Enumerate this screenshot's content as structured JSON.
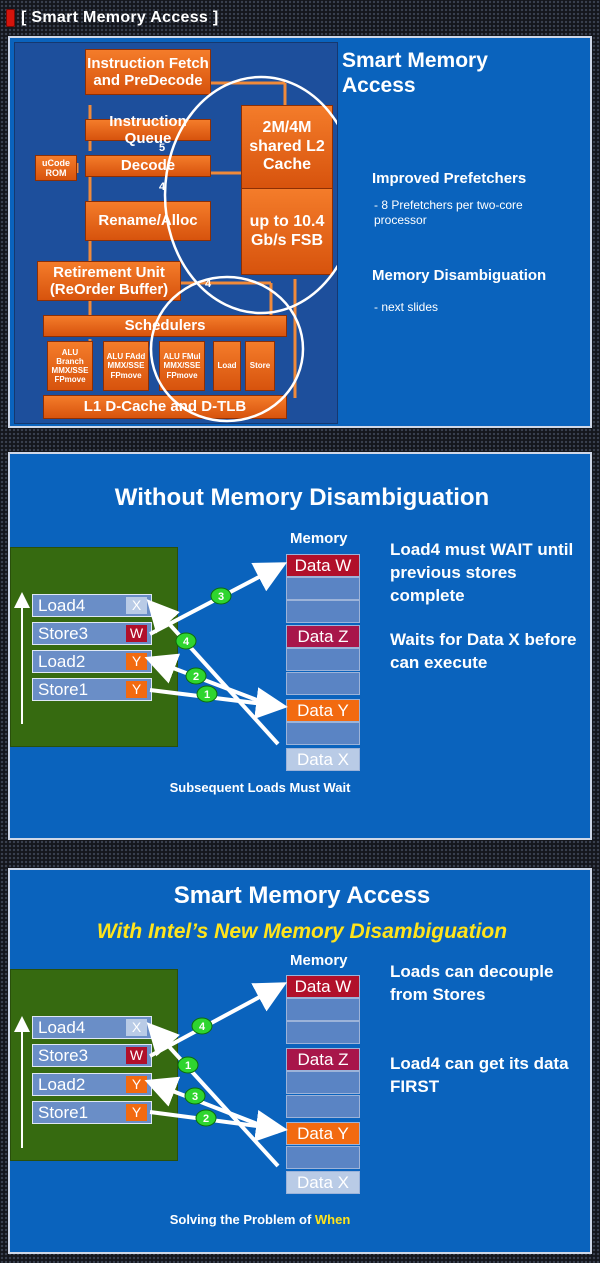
{
  "header": {
    "title": "[ Smart Memory Access ]"
  },
  "slide1": {
    "title": "Smart Memory Access",
    "blocks": {
      "fetch": "Instruction Fetch and PreDecode",
      "queue": "Instruction Queue",
      "ucode": "uCode ROM",
      "decode": "Decode",
      "rename": "Rename/Alloc",
      "retire": "Retirement Unit (ReOrder Buffer)",
      "l2": "2M/4M shared L2 Cache",
      "fsb": "up to 10.4 Gb/s FSB",
      "schedulers": "Schedulers",
      "alu1": "ALU Branch MMX/SSE FPmove",
      "alu2": "ALU FAdd MMX/SSE FPmove",
      "alu3": "ALU FMul MMX/SSE FPmove",
      "load": "Load",
      "store": "Store",
      "l1": "L1 D-Cache and D-TLB"
    },
    "counts": {
      "queue": "5",
      "decode": "4",
      "retire": "4"
    },
    "bullets": [
      {
        "heading": "Improved Prefetchers",
        "detail": "- 8 Prefetchers per two-core processor"
      },
      {
        "heading": "Memory Disambiguation",
        "detail": "- next slides"
      }
    ]
  },
  "slide2": {
    "title": "Without Memory Disambiguation",
    "memory_label": "Memory",
    "registers": [
      {
        "name": "Load4",
        "tag": "X"
      },
      {
        "name": "Store3",
        "tag": "W"
      },
      {
        "name": "Load2",
        "tag": "Y"
      },
      {
        "name": "Store1",
        "tag": "Y"
      }
    ],
    "memory_cells": [
      "Data W",
      "",
      "",
      "Data Z",
      "",
      "",
      "Data Y",
      "",
      "Data X"
    ],
    "order_badges": [
      "3",
      "4",
      "2",
      "1"
    ],
    "notes": [
      "Load4 must WAIT until previous stores complete",
      "Waits for Data X before can execute"
    ],
    "caption": "Subsequent Loads Must Wait"
  },
  "slide3": {
    "title": "Smart Memory Access",
    "subtitle": "With Intel’s New Memory Disambiguation",
    "memory_label": "Memory",
    "registers": [
      {
        "name": "Load4",
        "tag": "X"
      },
      {
        "name": "Store3",
        "tag": "W"
      },
      {
        "name": "Load2",
        "tag": "Y"
      },
      {
        "name": "Store1",
        "tag": "Y"
      }
    ],
    "memory_cells": [
      "Data W",
      "",
      "",
      "Data Z",
      "",
      "",
      "Data Y",
      "",
      "Data X"
    ],
    "order_badges": [
      "4",
      "1",
      "3",
      "2"
    ],
    "notes": [
      "Loads can decouple from Stores",
      "Load4 can get its data FIRST"
    ],
    "caption_prefix": "Solving the Problem of",
    "caption_highlight": "When"
  },
  "colors": {
    "slide_bg": "#0a63bd",
    "block_orange": "#e8641a",
    "green_panel": "#366a10",
    "tag_x": "#b9cbe6",
    "tag_w": "#b1102a",
    "tag_y": "#f26a10",
    "data_w": "#b1102a",
    "data_z": "#a8164a",
    "data_y": "#f26a10",
    "data_x": "#b9cbe6",
    "badge": "#2fd52f",
    "subtitle_yellow": "#ffe41c"
  }
}
